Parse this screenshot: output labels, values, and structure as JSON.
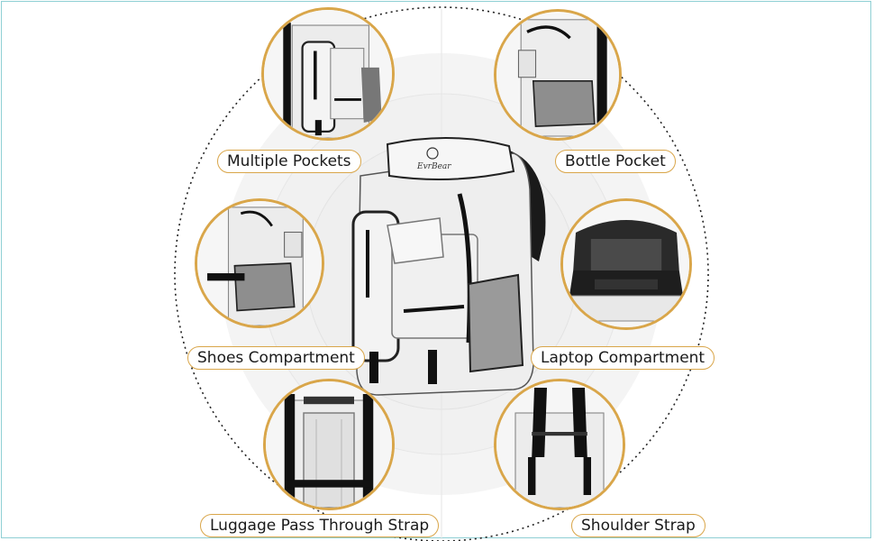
{
  "features": {
    "multiple_pockets": "Multiple Pockets",
    "bottle_pocket": "Bottle Pocket",
    "shoes_compartment": "Shoes Compartment",
    "laptop_compartment": "Laptop Compartment",
    "luggage_strap": "Luggage Pass Through Strap",
    "shoulder_strap": "Shoulder Strap"
  },
  "brand_logo_text": "EvrBear",
  "colors": {
    "accent_gold": "#d9a64a",
    "frame_teal": "#8fcfd4",
    "backpack_white": "#eeeeee",
    "trim_black": "#111111"
  }
}
